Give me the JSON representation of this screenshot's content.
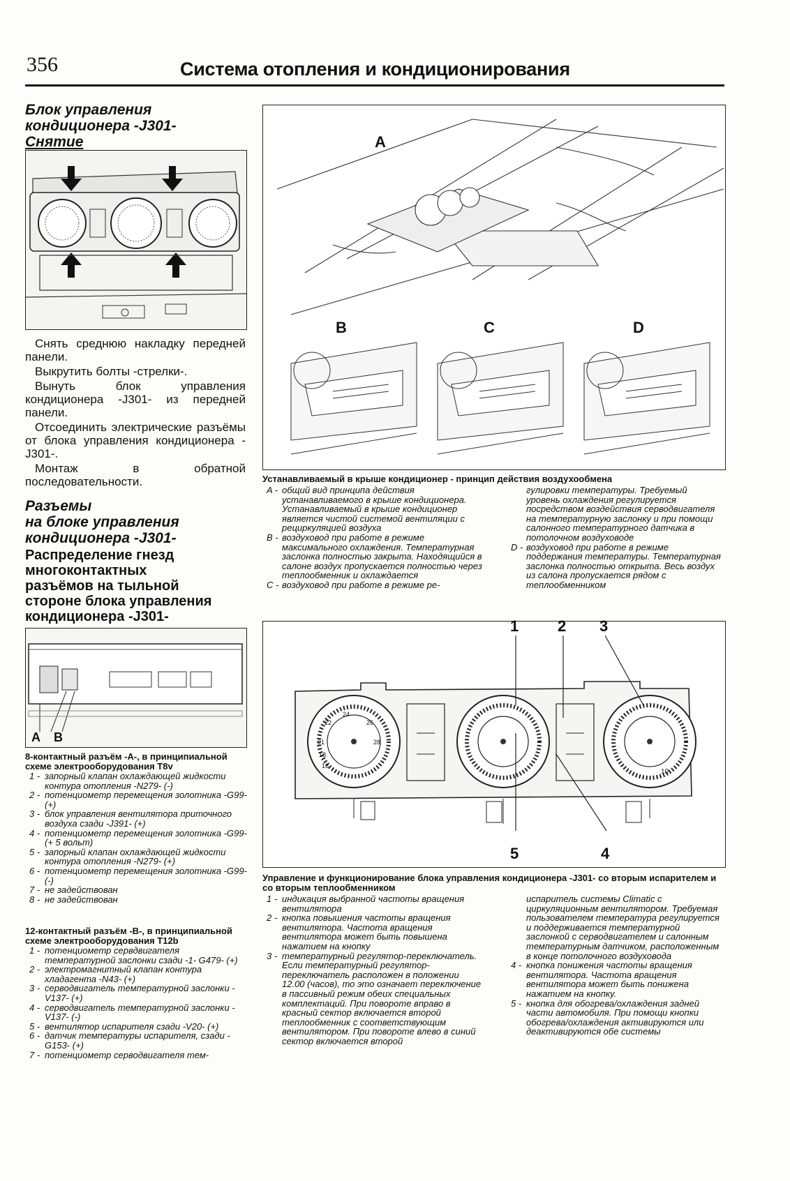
{
  "header": {
    "page_number": "356",
    "title": "Система отопления и кондиционирования"
  },
  "section1": {
    "heading_lines": [
      "Блок управления",
      "кондиционера -J301-",
      "Снятие"
    ],
    "paragraphs": [
      "Снять среднюю накладку передней панели.",
      "Выкрутить болты -стрелки-.",
      "Вынуть блок управления кондиционера -J301- из передней панели.",
      "Отсоединить электрические разъёмы от блока управления кондиционера -J301-.",
      "Монтаж в обратной последовательности."
    ]
  },
  "section2": {
    "heading_lines": [
      "Разъемы",
      "на блоке управления",
      "кондиционера -J301-"
    ],
    "subheading_lines": [
      "Распределение гнезд",
      "многоконтактных",
      "разъёмов на тыльной",
      "стороне блока управления",
      "кондиционера -J301-"
    ]
  },
  "connector_figure": {
    "label_a": "A",
    "label_b": "B"
  },
  "connector_a": {
    "title": "8-контактный разъём -А-, в принципиальной схеме электрооборудования T8v",
    "items": [
      {
        "n": "1 -",
        "t": "запорный клапан охлаждающей жидкости контура отопления -N279- (-)"
      },
      {
        "n": "2 -",
        "t": "потенциометр перемещения золотника -G99- (+)"
      },
      {
        "n": "3 -",
        "t": "блок управления вентилятора приточного воздуха сзади -J391- (+)"
      },
      {
        "n": "4 -",
        "t": "потенциометр перемещения золотника -G99- (+ 5 вольт)"
      },
      {
        "n": "5 -",
        "t": "запорный клапан охлаждающей жидкости контура отопления -N279- (+)"
      },
      {
        "n": "6 -",
        "t": "потенциометр перемещения золотника -G99- (-)"
      },
      {
        "n": "7 -",
        "t": "не задействован"
      },
      {
        "n": "8 -",
        "t": "не задействован"
      }
    ]
  },
  "connector_b": {
    "title": "12-контактный разъём -В-, в принципиальной схеме электрооборудования T12b",
    "items": [
      {
        "n": "1 -",
        "t": "потенциометр сервдвигателя температурной заслонки сзади -1- G479- (+)"
      },
      {
        "n": "2 -",
        "t": "электромагнитный клапан контура хладагента -N43- (+)"
      },
      {
        "n": "3 -",
        "t": "серводвигатель температурной заслонки -V137- (+)"
      },
      {
        "n": "4 -",
        "t": "серводвигатель температурной заслонки -V137- (-)"
      },
      {
        "n": "5 -",
        "t": "вентилятор испарителя сзади -V20- (+)"
      },
      {
        "n": "6 -",
        "t": "датчик температуры испарителя, сзади -G153- (+)"
      },
      {
        "n": "7 -",
        "t": "потенциометр серводвигателя тем-"
      }
    ]
  },
  "roof_figure": {
    "label_a": "A",
    "label_b": "B",
    "label_c": "C",
    "label_d": "D"
  },
  "roof_caption": {
    "title": "Устанавливаемый в крыше кондиционер - принцип действия воздухообмена",
    "left_items": [
      {
        "n": "A -",
        "t": "общий вид принципа действия устанавливаемого в крыше кондиционера. Устанавливаемый в крыше кондиционер является чистой системой вентиляции с рециркуляцией воздуха"
      },
      {
        "n": "B -",
        "t": "воздуховод при работе в режиме максимального охлаждения. Температурная заслонка полностью закрыта. Находящийся в салоне воздух пропускается полностью через теплообменник и охлаждается"
      },
      {
        "n": "C -",
        "t": "воздуховод при работе в режиме ре-"
      }
    ],
    "right_items": [
      {
        "n": "",
        "t": "гулировки температуры. Требуемый уровень охлаждения регулируется посредством воздействия серводвигателя на температурную заслонку и при помощи салонного температурного датчика в потолочном воздуховоде"
      },
      {
        "n": "D -",
        "t": "воздуховод при работе в режиме поддержания температуры. Температурная заслонка полностью открыта. Весь воздух из салона пропускается рядом с теплообменником"
      }
    ]
  },
  "panel_figure": {
    "callouts": [
      "1",
      "2",
      "3",
      "5",
      "4"
    ],
    "dial_numbers": [
      "22",
      "24",
      "26",
      "28",
      "21",
      "18",
      "16",
      "10"
    ]
  },
  "panel_caption": {
    "title": "Управление и функционирование блока управления кондиционера -J301- со вторым испарителем и со вторым теплообменником",
    "left_items": [
      {
        "n": "1 -",
        "t": "индикация выбранной частоты вращения вентилятора"
      },
      {
        "n": "2 -",
        "t": "кнопка повышения частоты вращения вентилятора. Частота вращения вентилятора может быть повышена нажатием на кнопку"
      },
      {
        "n": "3 -",
        "t": "температурный регулятор-переключатель. Если температурный регулятор-переключатель расположен в положении 12.00 (часов), то это означает переключение в пассивный режим обеих специальных комплектаций. При повороте вправо в красный сектор включается второй теплообменник с соответствующим вентилятором. При повороте влево в синий сектор включается второй"
      }
    ],
    "right_items": [
      {
        "n": "",
        "t": "испаритель системы Climatic с циркуляционным вентилятором. Требуемая пользователем температура регулируется и поддерживается температурной заслонкой с серводвигателем и салонным температурным датчиком, расположенным в конце потолочного воздуховода"
      },
      {
        "n": "4 -",
        "t": "кнопка понижения частоты вращения вентилятора. Частота вращения вентилятора может быть понижена нажатием на кнопку."
      },
      {
        "n": "5 -",
        "t": "кнопка для обогрева/охлаждения задней части автомобиля. При помощи кнопки обогрева/охлаждения активируются или деактивируются обе системы"
      }
    ]
  }
}
